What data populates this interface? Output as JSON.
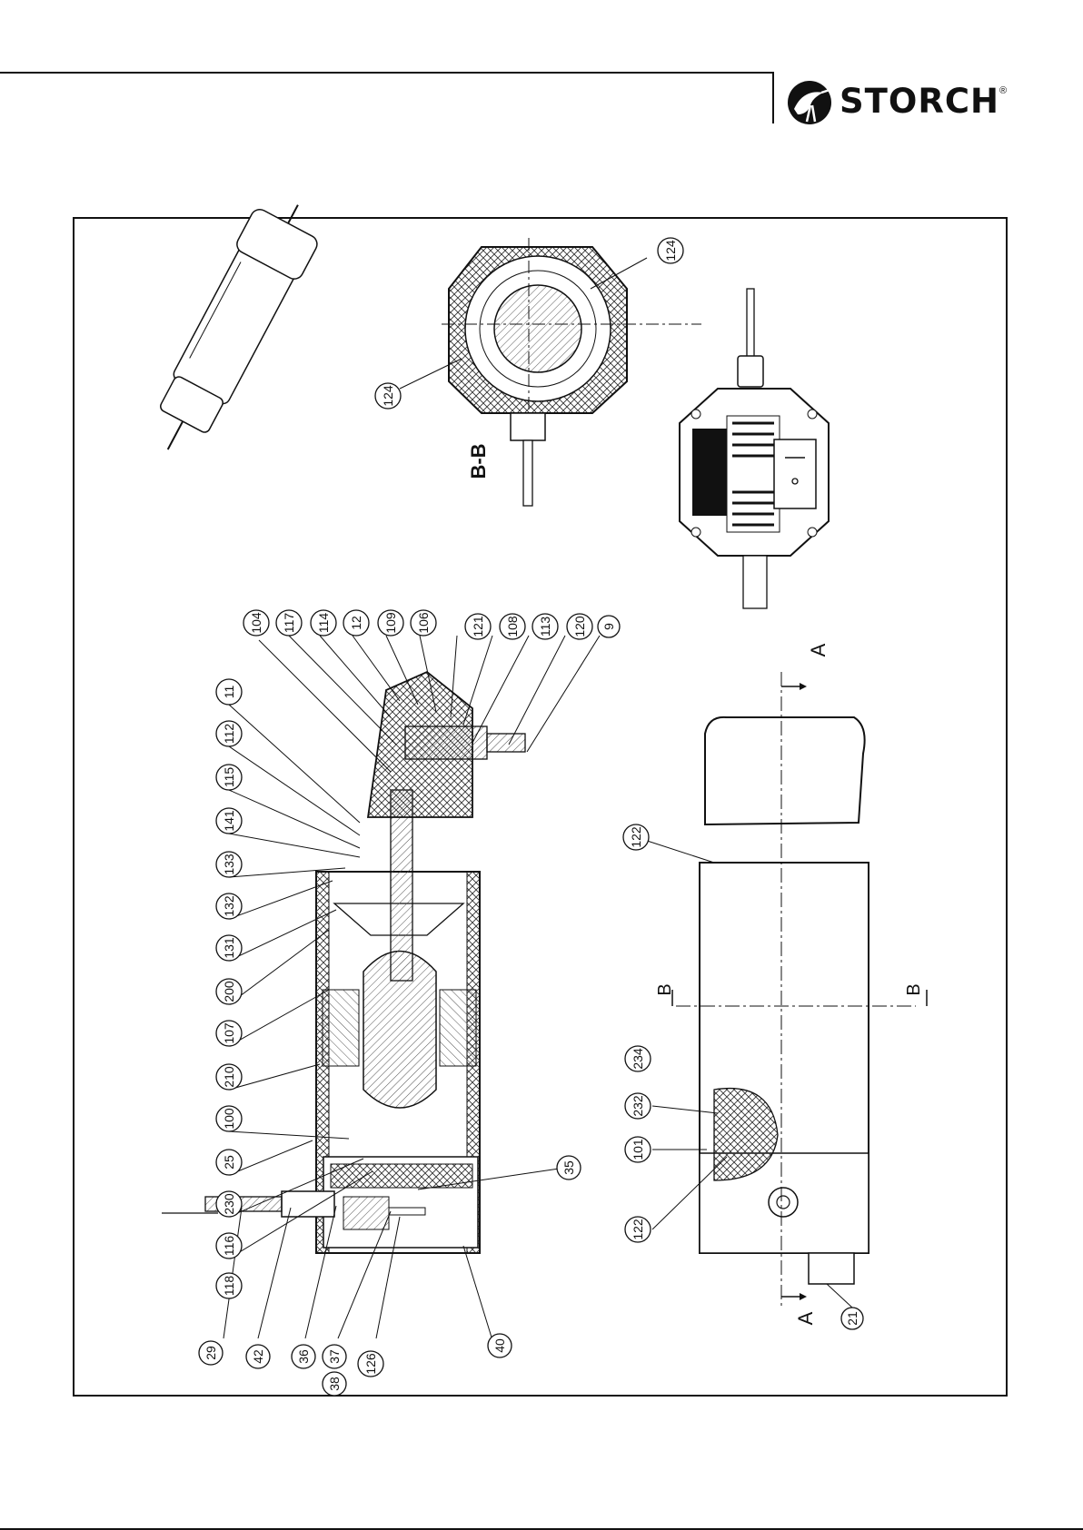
{
  "header": {
    "brand": "STORCH",
    "registered_mark": "®"
  },
  "section_marks": {
    "section_bb": "B-B",
    "a_top": "A",
    "a_bottom": "A",
    "b_left": "B",
    "b_right": "B"
  },
  "callouts": {
    "c104": "104",
    "c117": "117",
    "c114": "114",
    "c12": "12",
    "c109": "109",
    "c106": "106",
    "c121": "121",
    "c108": "108",
    "c113": "113",
    "c120": "120",
    "c9": "9",
    "c11": "11",
    "c112": "112",
    "c115": "115",
    "c141": "141",
    "c133": "133",
    "c132": "132",
    "c131": "131",
    "c200": "200",
    "c107": "107",
    "c210": "210",
    "c100": "100",
    "c25": "25",
    "c230": "230",
    "c116": "116",
    "c118": "118",
    "c35a": "35",
    "c29": "29",
    "c42": "42",
    "c36": "36",
    "c37": "37",
    "c38": "38",
    "c126": "126",
    "c40": "40",
    "c124a": "124",
    "c124b": "124",
    "c122a": "122",
    "c234": "234",
    "c232": "232",
    "c101": "101",
    "c122b": "122",
    "c21": "21"
  },
  "colors": {
    "ink": "#111111",
    "paper": "#ffffff",
    "hatch": "#555555"
  }
}
